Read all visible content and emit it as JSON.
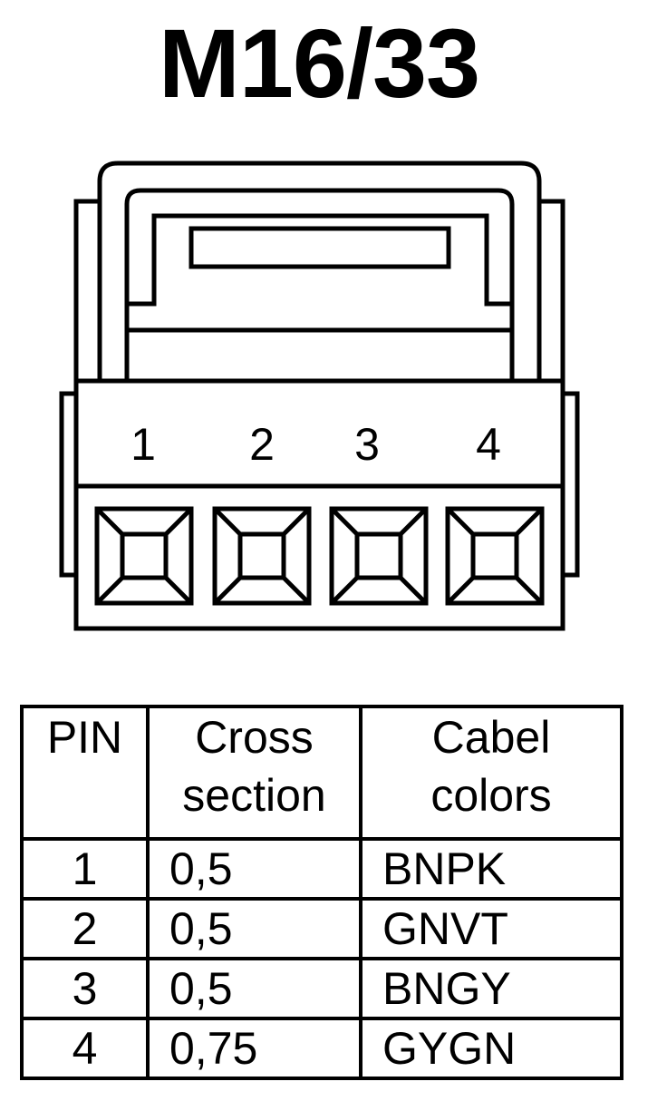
{
  "title": "M16/33",
  "connector": {
    "pin_labels": [
      "1",
      "2",
      "3",
      "4"
    ]
  },
  "table": {
    "headers": {
      "pin": "PIN",
      "cross_section": [
        "Cross",
        "section"
      ],
      "cable_colors": [
        "Cabel",
        "colors"
      ]
    },
    "rows": [
      {
        "pin": "1",
        "cross_section": "0,5",
        "cable_colors": "BNPK"
      },
      {
        "pin": "2",
        "cross_section": "0,5",
        "cable_colors": "GNVT"
      },
      {
        "pin": "3",
        "cross_section": "0,5",
        "cable_colors": "BNGY"
      },
      {
        "pin": "4",
        "cross_section": "0,75",
        "cable_colors": "GYGN"
      }
    ]
  }
}
